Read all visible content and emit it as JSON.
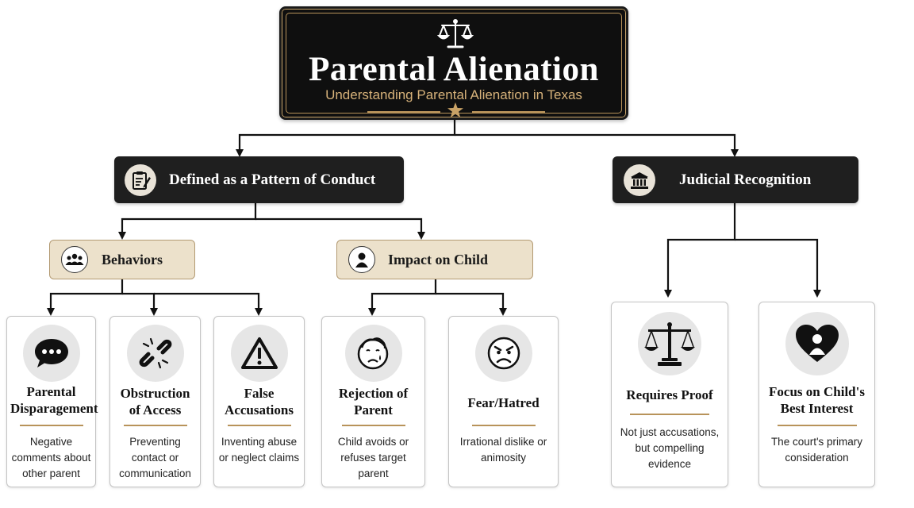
{
  "title": "Parental Alienation",
  "subtitle": "Understanding Parental Alienation in Texas",
  "icons": {
    "title": "scales-icon",
    "star": "star-icon",
    "conduct": "clipboard-icon",
    "judicial": "courthouse-icon",
    "behaviors": "group-icon",
    "impact": "child-icon"
  },
  "branches": {
    "conduct": {
      "label": "Defined as a Pattern of Conduct"
    },
    "judicial": {
      "label": "Judicial Recognition"
    }
  },
  "subgroups": {
    "behaviors": {
      "label": "Behaviors"
    },
    "impact": {
      "label": "Impact on Child"
    }
  },
  "cards": [
    {
      "title": "Parental Disparagement",
      "desc": "Negative comments about other parent",
      "icon": "speech-bubble-icon"
    },
    {
      "title": "Obstruction of Access",
      "desc": "Preventing contact or communication",
      "icon": "broken-link-icon"
    },
    {
      "title": "False Accusations",
      "desc": "Inventing abuse or neglect claims",
      "icon": "warning-icon"
    },
    {
      "title": "Rejection of Parent",
      "desc": "Child avoids or refuses target parent",
      "icon": "sad-child-icon"
    },
    {
      "title": "Fear/Hatred",
      "desc": "Irrational dislike or animosity",
      "icon": "angry-face-icon"
    },
    {
      "title": "Requires Proof",
      "desc": "Not just accusations, but compelling evidence",
      "icon": "scales-icon"
    },
    {
      "title": "Focus on Child's Best Interest",
      "desc": "The court's primary consideration",
      "icon": "heart-child-icon"
    }
  ],
  "colors": {
    "dark": "#1f1f1f",
    "gold": "#b8935a",
    "beige": "#ece1cb"
  }
}
